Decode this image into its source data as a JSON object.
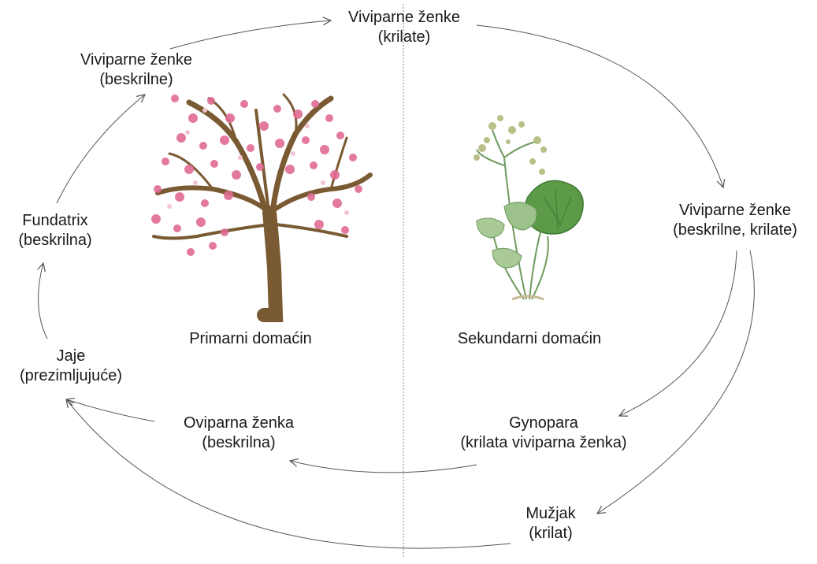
{
  "diagram": {
    "stages": {
      "vivi_wingless_primary": {
        "line1": "Viviparne ženke",
        "line2": "(beskrilne)"
      },
      "vivi_winged_top": {
        "line1": "Viviparne ženke",
        "line2": "(krilate)"
      },
      "vivi_mixed_secondary": {
        "line1": "Viviparne ženke",
        "line2": "(beskrilne, krilate)"
      },
      "gynopara": {
        "line1": "Gynopara",
        "line2": "(krilata viviparna ženka)"
      },
      "male": {
        "line1": "Mužjak",
        "line2": "(krilat)"
      },
      "oviparous": {
        "line1": "Oviparna ženka",
        "line2": "(beskrilna)"
      },
      "egg": {
        "line1": "Jaje",
        "line2": "(prezimljujuće)"
      },
      "fundatrix": {
        "line1": "Fundatrix",
        "line2": "(beskrilna)"
      }
    },
    "hosts": {
      "primary": "Primarni domaćin",
      "secondary": "Sekundarni domaćin"
    },
    "colors": {
      "arrow": "#555555",
      "divider": "#888888",
      "trunk": "#8a6a3c",
      "blossom": "#e06b93",
      "leaf": "#5c9a48",
      "flower_head": "#b9bf86"
    },
    "illustrations": [
      "blossoming-tree-icon",
      "lady's-mantle-plant-icon"
    ]
  }
}
